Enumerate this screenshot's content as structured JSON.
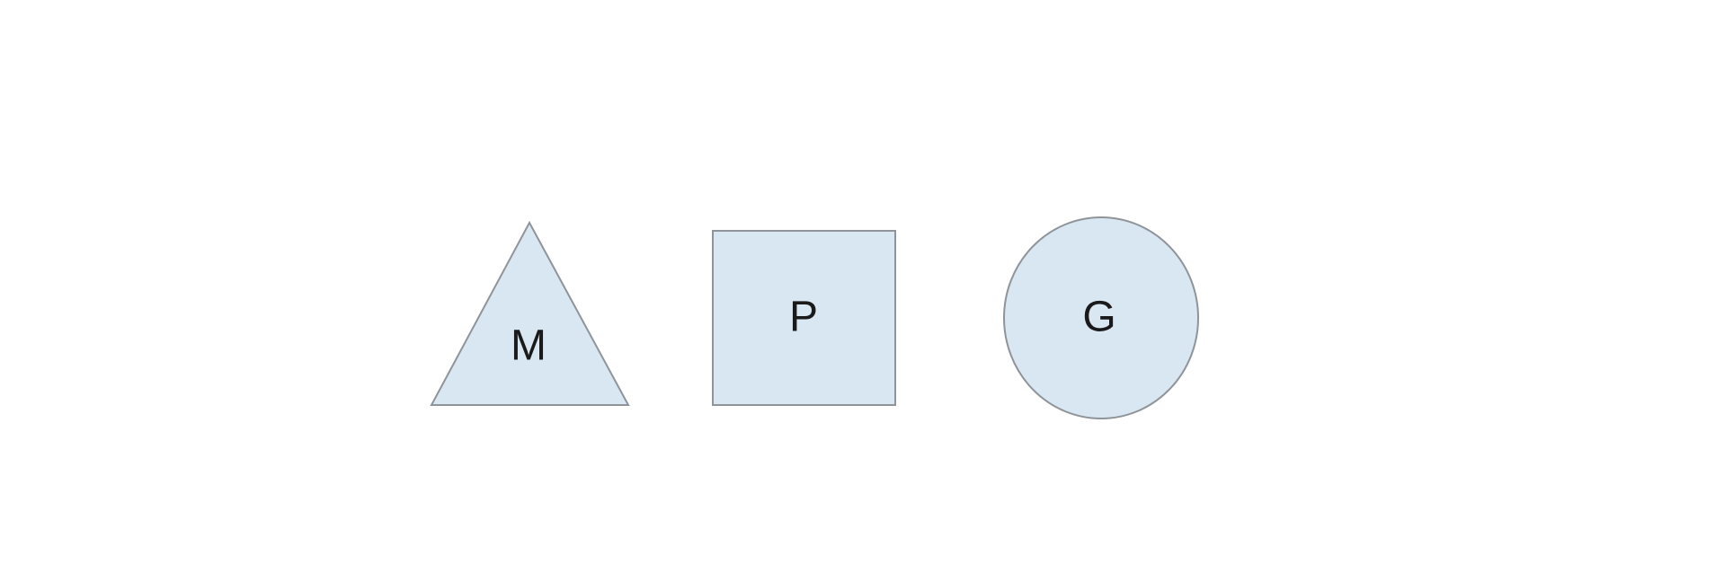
{
  "colors": {
    "background": "#ffffff",
    "shape_fill": "#d9e7f3",
    "shape_stroke": "#8f9499",
    "label_text": "#1a1a1a"
  },
  "shapes": [
    {
      "shape": "triangle",
      "label": "M"
    },
    {
      "shape": "square",
      "label": "P"
    },
    {
      "shape": "circle",
      "label": "G"
    }
  ]
}
